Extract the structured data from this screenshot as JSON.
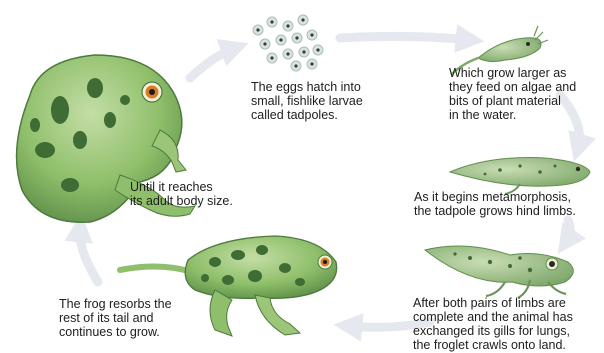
{
  "stages": [
    {
      "id": "eggs",
      "caption": "The eggs hatch into\nsmall, fishlike larvae\ncalled tadpoles."
    },
    {
      "id": "tadpole-grows",
      "caption": "Which grow larger as\nthey feed on algae and\nbits of plant material\nin the water."
    },
    {
      "id": "hind-limbs",
      "caption": "As it begins metamorphosis,\nthe tadpole grows hind limbs."
    },
    {
      "id": "froglet",
      "caption": "After both pairs of limbs are\ncomplete and the animal has\nexchanged its gills for lungs,\nthe froglet crawls onto land."
    },
    {
      "id": "resorbs-tail",
      "caption": "The frog resorbs the\nrest of its tail and\ncontinues to grow."
    },
    {
      "id": "adult",
      "caption": "Until it reaches\nits adult body size."
    }
  ],
  "colors": {
    "frog_green": "#8fbf6a",
    "frog_dark": "#3f6b34",
    "frog_light": "#c4dea6",
    "tadpole": "#8db57a",
    "cycle_arrow": "#e6e8ef",
    "egg": "#d9e4df",
    "eye": "#e07a1f",
    "text": "#1d1d1b"
  },
  "icons": [
    "adult-frog",
    "frog-eggs",
    "young-tadpole",
    "tadpole-hind-limbs",
    "froglet",
    "frog-with-tail",
    "cycle-arrow"
  ]
}
